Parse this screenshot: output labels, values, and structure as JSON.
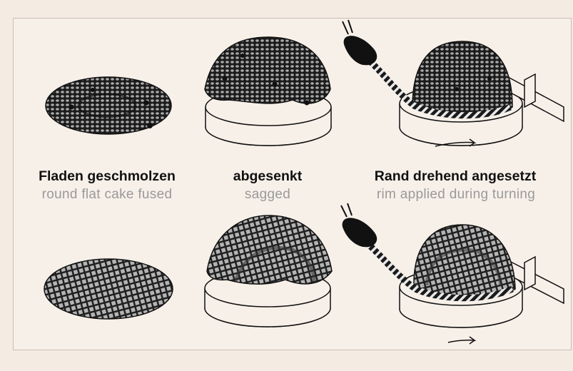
{
  "colors": {
    "background": "#f4ebe2",
    "panel": "#f7f0e9",
    "ink": "#111111",
    "caption_translation": "#9a9a9a"
  },
  "steps": [
    {
      "label_de": "Fladen geschmolzen",
      "label_en": "round flat cake fused"
    },
    {
      "label_de": "abgesenkt",
      "label_en": "sagged"
    },
    {
      "label_de": "Rand drehend angesetzt",
      "label_en": "rim applied during turning"
    }
  ]
}
